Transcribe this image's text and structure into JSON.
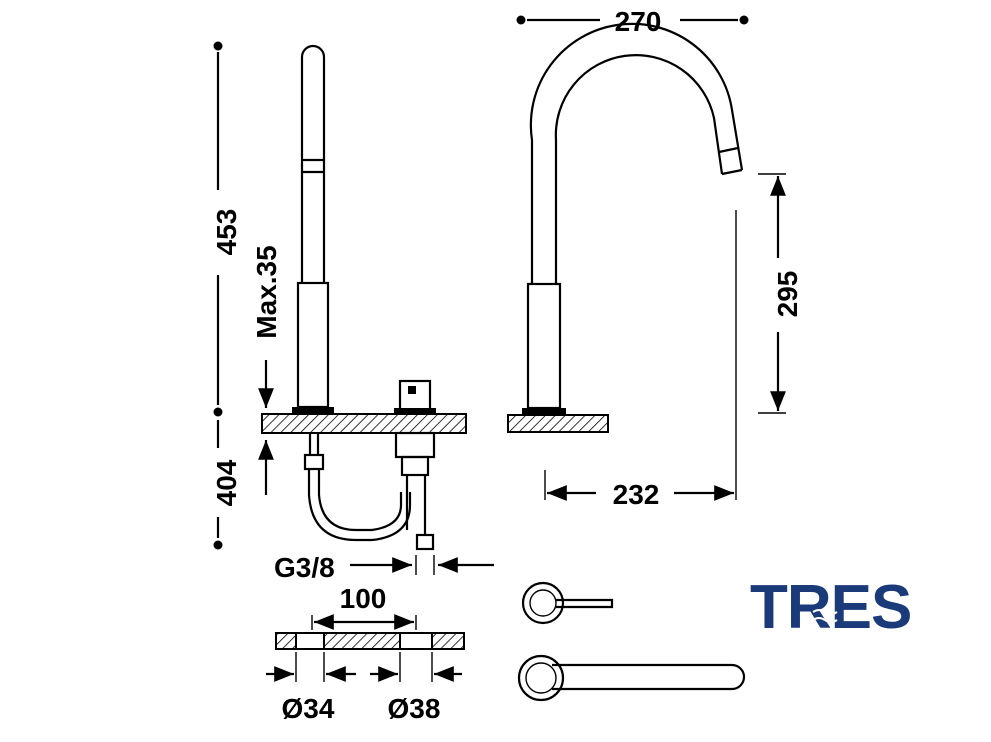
{
  "dimensions": {
    "total_height": "453",
    "max_deck": "Max.35",
    "below_deck": "404",
    "spout_reach_top": "270",
    "spout_height": "295",
    "spout_reach": "232",
    "connection": "G3/8",
    "hole_spacing": "100",
    "hole_left": "Ø34",
    "hole_right": "Ø38"
  },
  "brand": {
    "logo_text": "TRES",
    "color": "#1b3a7a"
  }
}
